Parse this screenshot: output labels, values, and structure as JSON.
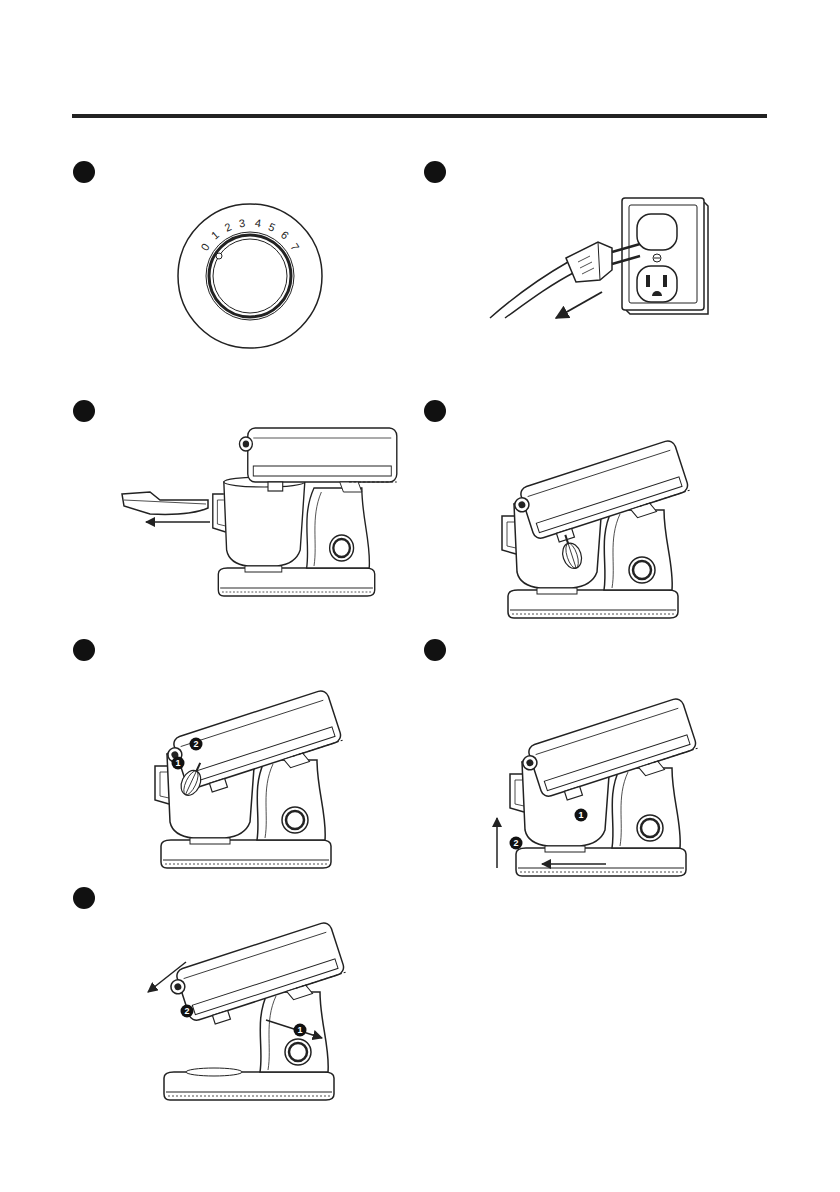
{
  "diagram": {
    "labels": [
      "0",
      "1",
      "2",
      "3",
      "4",
      "5",
      "6",
      "7",
      "1",
      "2",
      "1",
      "2",
      "1",
      "2"
    ]
  }
}
